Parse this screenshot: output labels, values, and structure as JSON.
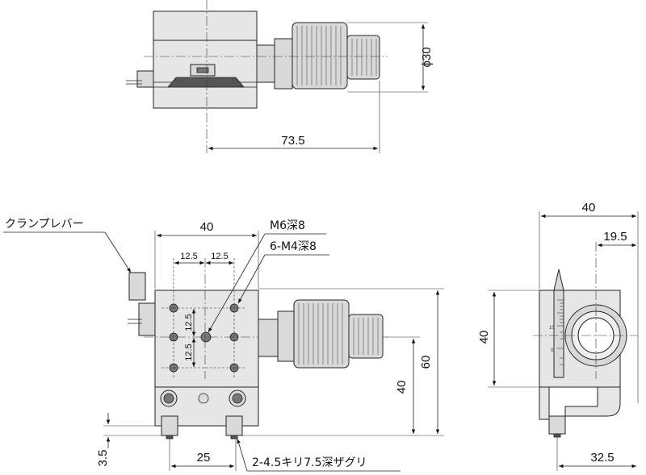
{
  "dimensions": {
    "top_length": "73.5",
    "top_phi": "ϕ30",
    "front_width": "40",
    "front_pitch_left": "12.5",
    "front_pitch_right": "12.5",
    "front_vpitch_top": "12.5",
    "front_vpitch_bottom": "12.5",
    "front_height_right": "40",
    "front_total_height": "60",
    "front_bottom_offset": "3.5",
    "front_bottom_pitch": "25",
    "side_width": "40",
    "side_offset": "19.5",
    "side_height": "40",
    "side_bottom": "32.5"
  },
  "callouts": {
    "clamp_lever": "クランプレバー",
    "center_hole": "M6深8",
    "mount_holes": "6-M4深8",
    "counterbore": "2-4.5キリ7.5深ザグリ"
  },
  "scale": {
    "ticks": [
      "10",
      "0"
    ]
  }
}
